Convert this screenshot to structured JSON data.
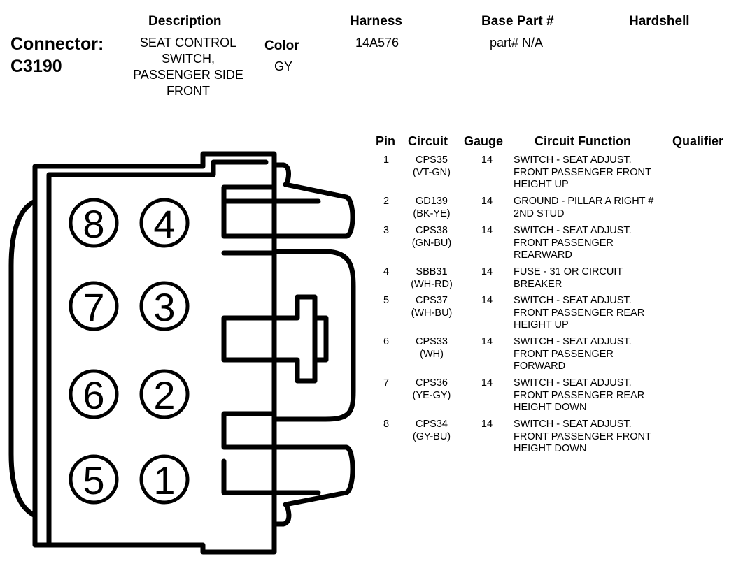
{
  "header": {
    "description_label": "Description",
    "harness_label": "Harness",
    "base_part_label": "Base Part #",
    "hardshell_label": "Hardshell",
    "connector_label": "Connector:",
    "connector_id": "C3190",
    "description_lines": [
      "SEAT CONTROL",
      "SWITCH,",
      "PASSENGER SIDE",
      "FRONT"
    ],
    "color_label": "Color",
    "color_value": "GY",
    "harness_value": "14A576",
    "base_part_value": "part# N/A"
  },
  "table": {
    "columns": [
      "Pin",
      "Circuit",
      "Gauge",
      "Circuit Function",
      "Qualifier"
    ],
    "rows": [
      {
        "pin": "1",
        "circuit": "CPS35",
        "color": "(VT-GN)",
        "gauge": "14",
        "function": [
          "SWITCH - SEAT ADJUST.",
          "FRONT PASSENGER FRONT",
          "HEIGHT UP"
        ]
      },
      {
        "pin": "2",
        "circuit": "GD139",
        "color": "(BK-YE)",
        "gauge": "14",
        "function": [
          "GROUND - PILLAR A RIGHT #",
          "2ND STUD"
        ]
      },
      {
        "pin": "3",
        "circuit": "CPS38",
        "color": "(GN-BU)",
        "gauge": "14",
        "function": [
          "SWITCH - SEAT ADJUST.",
          "FRONT PASSENGER",
          "REARWARD"
        ]
      },
      {
        "pin": "4",
        "circuit": "SBB31",
        "color": "(WH-RD)",
        "gauge": "14",
        "function": [
          "FUSE - 31 OR CIRCUIT",
          "BREAKER"
        ]
      },
      {
        "pin": "5",
        "circuit": "CPS37",
        "color": "(WH-BU)",
        "gauge": "14",
        "function": [
          "SWITCH - SEAT ADJUST.",
          "FRONT PASSENGER REAR",
          "HEIGHT UP"
        ]
      },
      {
        "pin": "6",
        "circuit": "CPS33",
        "color": "(WH)",
        "gauge": "14",
        "function": [
          "SWITCH - SEAT ADJUST.",
          "FRONT PASSENGER",
          "FORWARD"
        ]
      },
      {
        "pin": "7",
        "circuit": "CPS36",
        "color": "(YE-GY)",
        "gauge": "14",
        "function": [
          "SWITCH - SEAT ADJUST.",
          "FRONT PASSENGER REAR",
          "HEIGHT DOWN"
        ]
      },
      {
        "pin": "8",
        "circuit": "CPS34",
        "color": "(GY-BU)",
        "gauge": "14",
        "function": [
          "SWITCH - SEAT ADJUST.",
          "FRONT PASSENGER FRONT",
          "HEIGHT DOWN"
        ]
      }
    ]
  },
  "connector_pins": [
    {
      "label": "8"
    },
    {
      "label": "4"
    },
    {
      "label": "7"
    },
    {
      "label": "3"
    },
    {
      "label": "6"
    },
    {
      "label": "2"
    },
    {
      "label": "5"
    },
    {
      "label": "1"
    }
  ]
}
